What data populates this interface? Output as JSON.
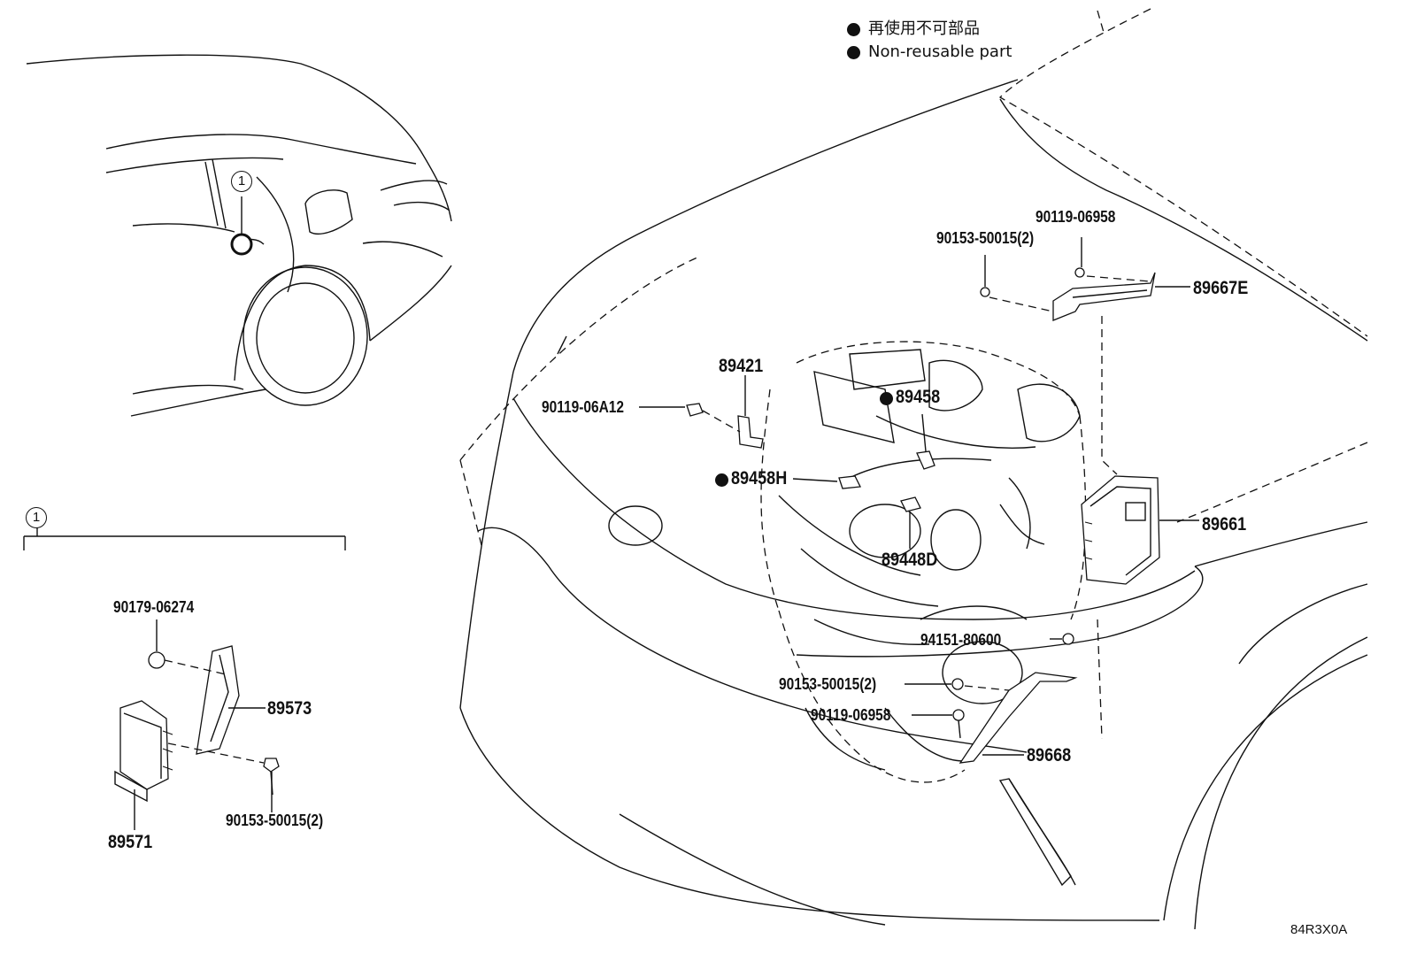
{
  "legend": {
    "line_ja": "再使用不可部品",
    "line_en": "Non-reusable part"
  },
  "callout_ref": "1",
  "parts": {
    "p89421": "89421",
    "p89458": "89458",
    "p89458H": "89458H",
    "p89448D": "89448D",
    "p89661": "89661",
    "p89667E": "89667E",
    "p89668": "89668",
    "p89573": "89573",
    "p89571": "89571"
  },
  "fasteners": {
    "f_90119_06958_top": "90119-06958",
    "f_90153_50015_top": "90153-50015(2)",
    "f_90119_06A12": "90119-06A12",
    "f_94151_80600": "94151-80600",
    "f_90153_50015_mid": "90153-50015(2)",
    "f_90119_06958_bot": "90119-06958",
    "f_90179_06274": "90179-06274",
    "f_90153_50015_left": "90153-50015(2)"
  },
  "drawing_code": "84R3X0A",
  "colors": {
    "ink": "#111111",
    "paper": "#ffffff"
  }
}
